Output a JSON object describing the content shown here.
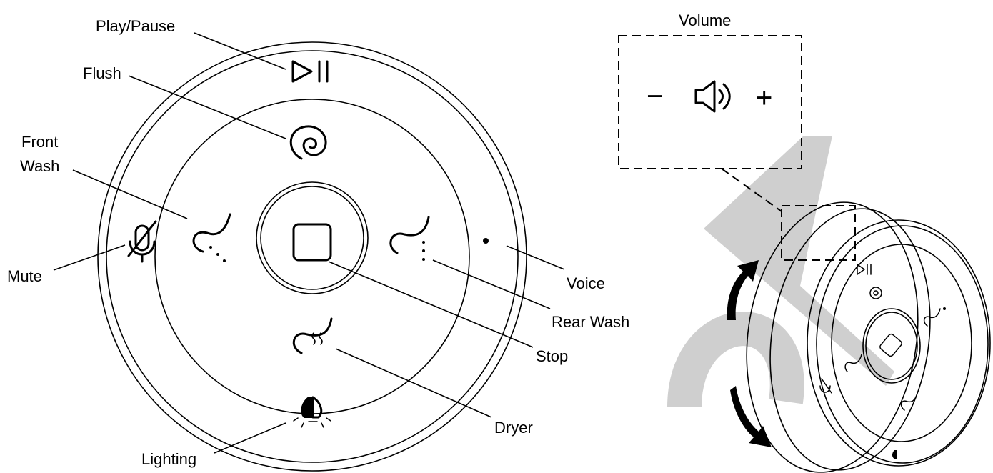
{
  "labels": {
    "play_pause": "Play/Pause",
    "flush": "Flush",
    "front_wash_line1": "Front",
    "front_wash_line2": "Wash",
    "mute": "Mute",
    "voice": "Voice",
    "rear_wash": "Rear Wash",
    "stop": "Stop",
    "dryer": "Dryer",
    "lighting": "Lighting",
    "volume": "Volume"
  },
  "volume_panel": {
    "minus": "−",
    "plus": "+"
  },
  "icons": [
    "play-pause-icon",
    "flush-icon",
    "front-wash-icon",
    "rear-wash-icon",
    "stop-icon",
    "dryer-icon",
    "mute-icon",
    "voice-icon",
    "lighting-icon",
    "speaker-icon",
    "rotate-arrow-icon"
  ],
  "colors": {
    "watermark": "#cfcfcf",
    "line": "#000000"
  }
}
